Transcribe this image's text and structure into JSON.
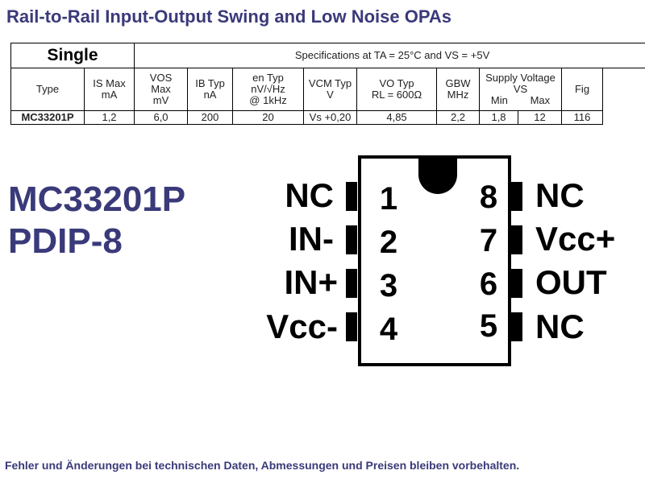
{
  "title": "Rail-to-Rail Input-Output Swing and Low Noise OPAs",
  "table": {
    "group_label": "Single",
    "conditions": "Specifications at TA = 25°C and VS = +5V",
    "headers": {
      "type": "Type",
      "is_max": "IS Max",
      "is_max_unit": "mA",
      "vos": "VOS",
      "vos_max": "Max",
      "vos_unit": "mV",
      "ib": "IB Typ",
      "ib_unit": "nA",
      "en": "en Typ",
      "en_unit": "nV/√Hz",
      "en_cond": "@ 1kHz",
      "vcm": "VCM Typ",
      "vcm_unit": "V",
      "vo": "VO Typ",
      "vo_cond": "RL = 600Ω",
      "gbw": "GBW",
      "gbw_unit": "MHz",
      "supply": "Supply Voltage",
      "supply_sym": "VS",
      "supply_min": "Min",
      "supply_max": "Max",
      "fig": "Fig"
    },
    "row": {
      "type": "MC33201P",
      "is_max": "1,2",
      "vos": "6,0",
      "ib": "200",
      "en": "20",
      "vcm": "Vs +0,20",
      "vo": "4,85",
      "gbw": "2,2",
      "vs_min": "1,8",
      "vs_max": "12",
      "fig": "116"
    }
  },
  "part": {
    "name": "MC33201P",
    "package": "PDIP-8"
  },
  "pins": {
    "left": [
      {
        "num": "1",
        "label": "NC"
      },
      {
        "num": "2",
        "label": "IN-"
      },
      {
        "num": "3",
        "label": "IN+"
      },
      {
        "num": "4",
        "label": "Vcc-"
      }
    ],
    "right": [
      {
        "num": "8",
        "label": "NC"
      },
      {
        "num": "7",
        "label": "Vcc+"
      },
      {
        "num": "6",
        "label": "OUT"
      },
      {
        "num": "5",
        "label": "NC"
      }
    ]
  },
  "footer": "Fehler und Änderungen bei technischen Daten, Abmessungen und Preisen bleiben vorbehalten."
}
